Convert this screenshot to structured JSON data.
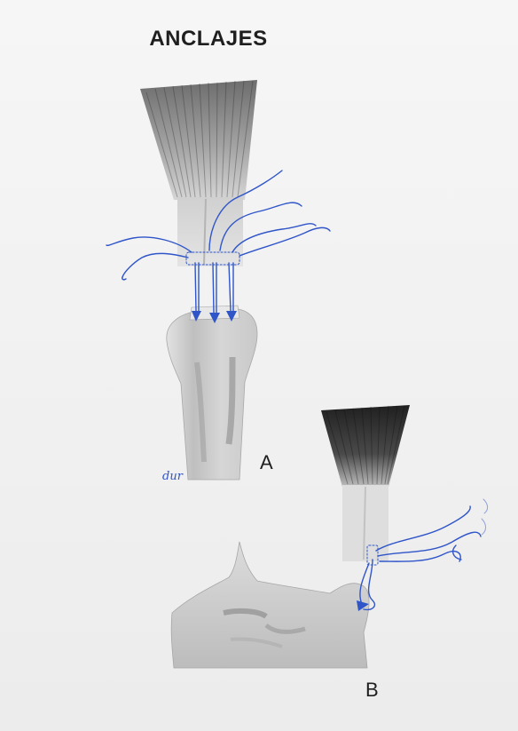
{
  "figure": {
    "title": "ANCLAJES",
    "panel_a_label": "A",
    "panel_b_label": "B",
    "signature": "dur"
  },
  "colors": {
    "paper": "#f3f3f3",
    "ink_blue": "#2f55c9",
    "graphite": "#3a3a3a",
    "label_text": "#1f1f1f"
  }
}
